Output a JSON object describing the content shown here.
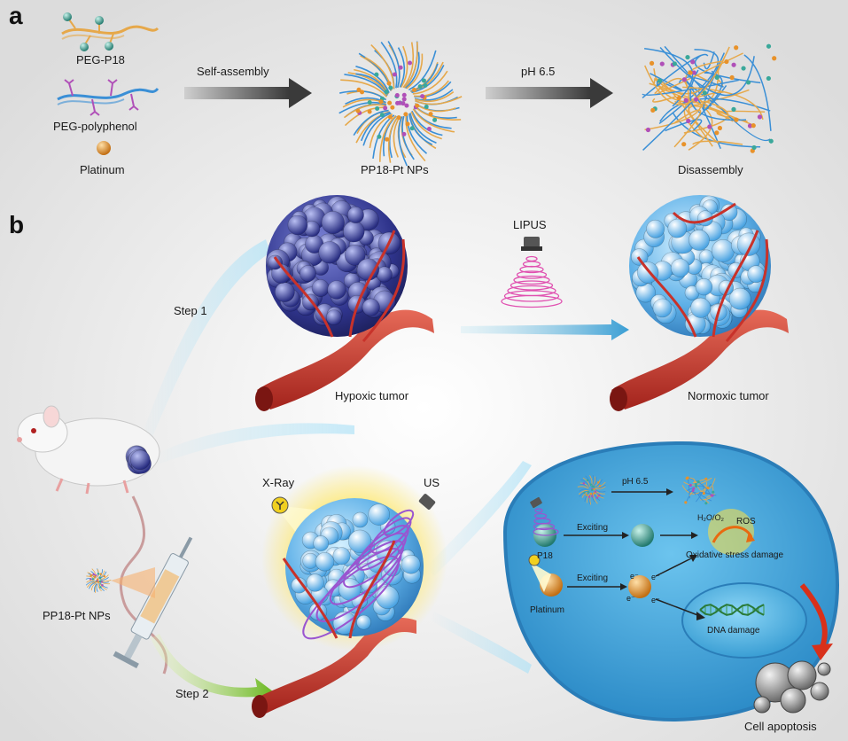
{
  "panel_a": {
    "letter": "a",
    "legend_peg_p18": "PEG-P18",
    "legend_peg_polyphenol": "PEG-polyphenol",
    "legend_platinum": "Platinum",
    "arrow1_label": "Self-assembly",
    "arrow2_label": "pH 6.5",
    "nanoparticle_label": "PP18-Pt NPs",
    "disassembly_label": "Disassembly"
  },
  "panel_b": {
    "letter": "b",
    "step1": "Step 1",
    "step2": "Step 2",
    "lipus": "LIPUS",
    "hypoxic_tumor": "Hypoxic tumor",
    "normoxic_tumor": "Normoxic tumor",
    "xray": "X-Ray",
    "us": "US",
    "syringe_label": "PP18-Pt NPs",
    "cell": {
      "ph": "pH 6.5",
      "exciting_1": "Exciting",
      "exciting_2": "Exciting",
      "p18": "P18",
      "platinum": "Platinum",
      "h2o_o2": "H₂O/O₂",
      "ros": "ROS",
      "oxidative": "Oxidative stress damage",
      "dna": "DNA damage",
      "apoptosis": "Cell apoptosis",
      "e1": "e⁻",
      "e2": "e⁻",
      "e3": "e⁻",
      "e4": "e⁻"
    }
  },
  "colors": {
    "arrow_dark": "#4a4a4a",
    "tumor_blue": "#3a3f9e",
    "tumor_light": "#69b7ec",
    "vessel_red": "#c8322a",
    "cell_blue": "#3ea2d8",
    "lipus_pink": "#e050b0",
    "peg_orange": "#e6a84a",
    "peg_blue": "#3a8fd6",
    "p18_teal": "#3aa89a",
    "pt_orange": "#e8922a"
  }
}
